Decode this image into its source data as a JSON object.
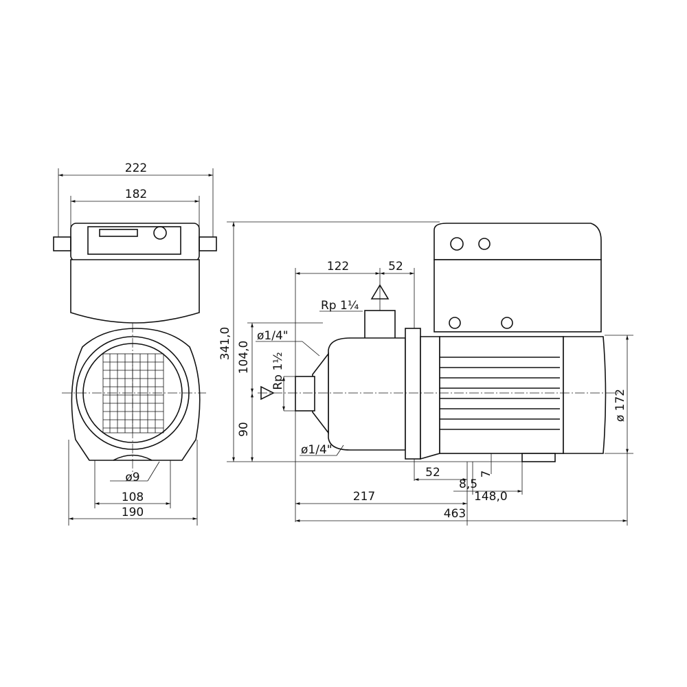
{
  "front_view": {
    "width_overall": "222",
    "width_box": "182",
    "width_base": "190",
    "foot_spacing": "108",
    "hole_diameter": "ø9"
  },
  "side_view": {
    "height_total": "341,0",
    "height_upper": "104,0",
    "height_axis": "90",
    "suction_to_discharge": "122",
    "discharge_offset": "52",
    "discharge_thread": "Rp 1¼",
    "suction_thread": "Rp 1½",
    "drain_plug_top": "ø1/4\"",
    "drain_plug_bottom": "ø1/4\"",
    "flange_to_foot": "52",
    "foot_width": "8,5",
    "foot_height": "7",
    "foot_spacing": "148,0",
    "suction_to_foot": "217",
    "length_total": "463",
    "motor_diameter": "ø 172"
  }
}
